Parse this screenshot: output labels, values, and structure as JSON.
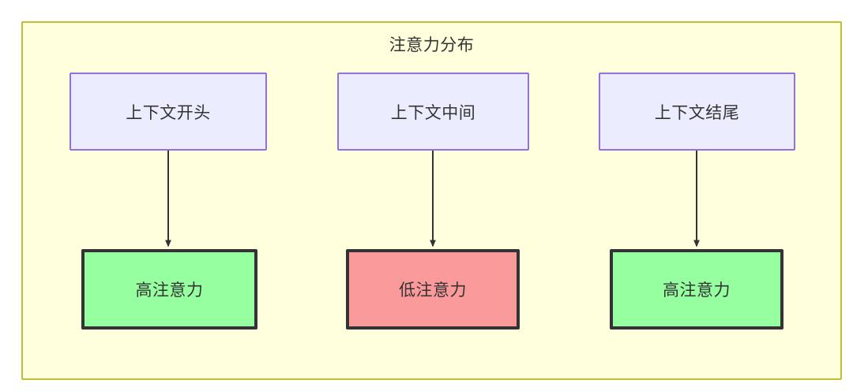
{
  "diagram": {
    "title": "注意力分布",
    "colors": {
      "container_fill": "#ffffdd",
      "container_border": "#bfbf33",
      "context_fill": "#ececff",
      "context_border": "#9370db",
      "high_attention_fill": "#96ffa0",
      "low_attention_fill": "#fb9a9a",
      "strong_border": "#333333",
      "text": "#333333",
      "edge": "#333333"
    },
    "nodes": {
      "context_start": "上下文开头",
      "context_middle": "上下文中间",
      "context_end": "上下文结尾",
      "attention_start": "高注意力",
      "attention_middle": "低注意力",
      "attention_end": "高注意力"
    },
    "edges": [
      {
        "from": "context_start",
        "to": "attention_start",
        "label": ""
      },
      {
        "from": "context_middle",
        "to": "attention_middle",
        "label": ""
      },
      {
        "from": "context_end",
        "to": "attention_end",
        "label": ""
      }
    ]
  }
}
